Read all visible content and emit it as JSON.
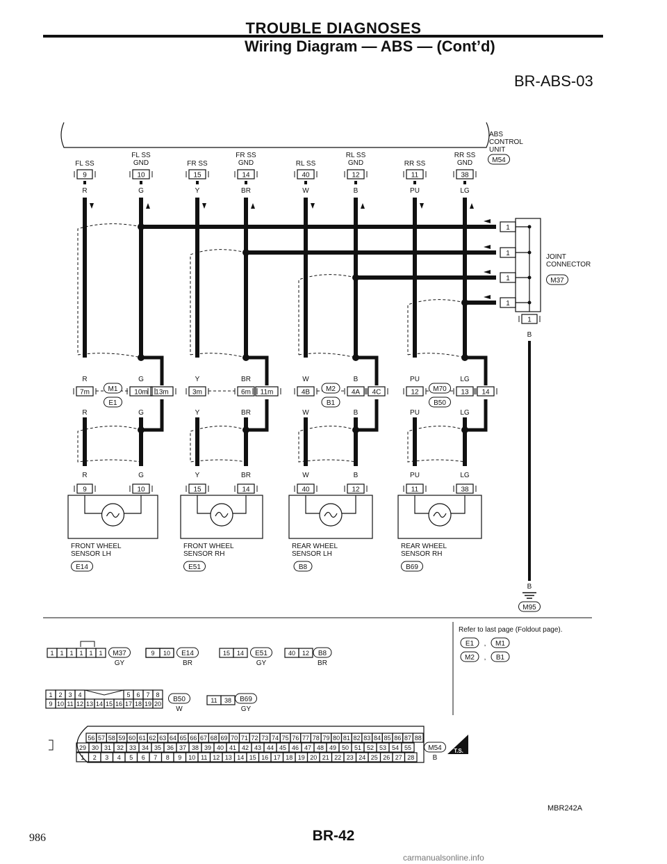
{
  "header": {
    "title": "TROUBLE DIAGNOSES",
    "subtitle": "Wiring Diagram — ABS — (Cont’d)",
    "diagram_id": "BR-ABS-03"
  },
  "abs_unit": {
    "label_lines": [
      "ABS",
      "CONTROL",
      "UNIT"
    ],
    "connector": "M54"
  },
  "terminals": [
    {
      "label_lines": [
        "FL SS"
      ],
      "pin": "9",
      "color": "R",
      "arrow": "down"
    },
    {
      "label_lines": [
        "FL SS",
        "GND"
      ],
      "pin": "10",
      "color": "G",
      "arrow": "up"
    },
    {
      "label_lines": [
        "FR SS"
      ],
      "pin": "15",
      "color": "Y",
      "arrow": "down"
    },
    {
      "label_lines": [
        "FR SS",
        "GND"
      ],
      "pin": "14",
      "color": "BR",
      "arrow": "up"
    },
    {
      "label_lines": [
        "RL SS"
      ],
      "pin": "40",
      "color": "W",
      "arrow": "down"
    },
    {
      "label_lines": [
        "RL SS",
        "GND"
      ],
      "pin": "12",
      "color": "B",
      "arrow": "up"
    },
    {
      "label_lines": [
        "RR SS"
      ],
      "pin": "11",
      "color": "PU",
      "arrow": "down"
    },
    {
      "label_lines": [
        "RR SS",
        "GND"
      ],
      "pin": "38",
      "color": "LG",
      "arrow": "up"
    }
  ],
  "joint_connector": {
    "label_lines": [
      "JOINT",
      "CONNECTOR"
    ],
    "connector": "M37",
    "pins": [
      "1",
      "1",
      "1",
      "1"
    ],
    "out_pin": "1",
    "out_color": "B"
  },
  "intermediate": [
    {
      "pins": [
        "7m",
        "10m"
      ],
      "side_pin": "13m",
      "top": "M1",
      "bottom": "E1"
    },
    {
      "pins": [
        "3m",
        "6m"
      ],
      "side_pin": "11m",
      "top": "",
      "bottom": ""
    },
    {
      "pins": [
        "4B",
        "4A"
      ],
      "side_pin": "4C",
      "top": "M2",
      "bottom": "B1"
    },
    {
      "pins": [
        "12",
        "13"
      ],
      "side_pin": "14",
      "top": "M70",
      "bottom": "B50"
    }
  ],
  "sensors": [
    {
      "label_lines": [
        "FRONT WHEEL",
        "SENSOR LH"
      ],
      "connector": "E14"
    },
    {
      "label_lines": [
        "FRONT WHEEL",
        "SENSOR RH"
      ],
      "connector": "E51"
    },
    {
      "label_lines": [
        "REAR WHEEL",
        "SENSOR LH"
      ],
      "connector": "B8"
    },
    {
      "label_lines": [
        "REAR WHEEL",
        "SENSOR RH"
      ],
      "connector": "B69"
    }
  ],
  "ground": {
    "color": "B",
    "connector": "M95"
  },
  "connector_views": {
    "m37": {
      "id": "M37",
      "pins": [
        "1",
        "1",
        "1",
        "1",
        "1",
        "1"
      ],
      "color": "GY"
    },
    "e14": {
      "id": "E14",
      "pins": [
        "9",
        "10"
      ],
      "color": "BR"
    },
    "e51": {
      "id": "E51",
      "pins": [
        "15",
        "14"
      ],
      "color": "GY"
    },
    "b8": {
      "id": "B8",
      "pins": [
        "40",
        "12"
      ],
      "color": "BR"
    },
    "b50": {
      "id": "B50",
      "top": [
        "1",
        "2",
        "3",
        "4",
        "5",
        "6",
        "7",
        "8"
      ],
      "bottom": [
        "9",
        "10",
        "11",
        "12",
        "13",
        "14",
        "15",
        "16",
        "17",
        "18",
        "19",
        "20"
      ],
      "color": "W"
    },
    "b69": {
      "id": "B69",
      "pins": [
        "11",
        "38"
      ],
      "color": "GY"
    },
    "m54": {
      "id": "M54",
      "color": "B",
      "row1": [
        "56",
        "57",
        "58",
        "59",
        "60",
        "61",
        "62",
        "63",
        "64",
        "65",
        "66",
        "67",
        "68",
        "69",
        "70",
        "71",
        "72",
        "73",
        "74",
        "75",
        "76",
        "77",
        "78",
        "79",
        "80",
        "81",
        "82",
        "83",
        "84",
        "85",
        "86",
        "87",
        "88"
      ],
      "row2": [
        "29",
        "30",
        "31",
        "32",
        "33",
        "34",
        "35",
        "36",
        "37",
        "38",
        "39",
        "40",
        "41",
        "42",
        "43",
        "44",
        "45",
        "46",
        "47",
        "48",
        "49",
        "50",
        "51",
        "52",
        "53",
        "54",
        "55"
      ],
      "row3": [
        "1",
        "2",
        "3",
        "4",
        "5",
        "6",
        "7",
        "8",
        "9",
        "10",
        "11",
        "12",
        "13",
        "14",
        "15",
        "16",
        "17",
        "18",
        "19",
        "20",
        "21",
        "22",
        "23",
        "24",
        "25",
        "26",
        "27",
        "28"
      ]
    }
  },
  "refer_note": {
    "text": "Refer to last page (Foldout page).",
    "codes_row1": [
      "E1",
      "M1"
    ],
    "codes_row2": [
      "M2",
      "B1"
    ]
  },
  "ts_badge": "T.S.",
  "figure_code": "MBR242A",
  "footer": {
    "page_left": "986",
    "page_center": "BR-42"
  },
  "watermark": "carmanualsonline.info"
}
